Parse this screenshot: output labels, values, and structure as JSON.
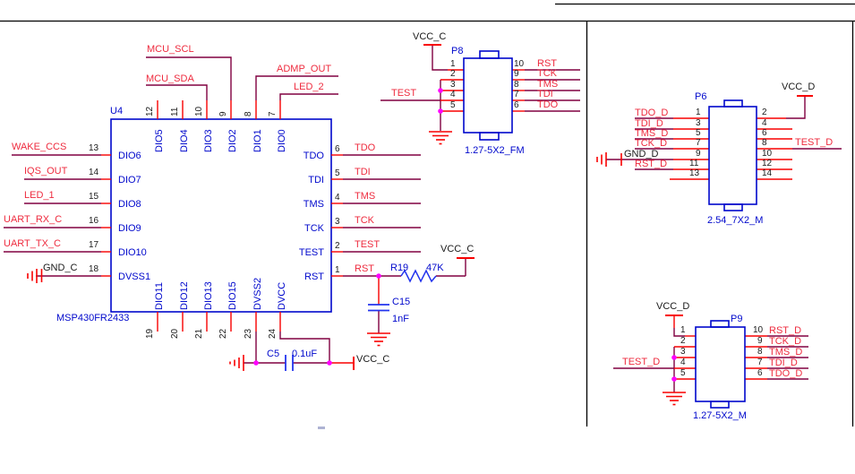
{
  "colors": {
    "wire": "#800040",
    "pin": "#f80000",
    "net_label": "#ee2b3e",
    "symbol_blue": "#0008cc",
    "graphic_blue": "#2233ee",
    "power_text": "#1a1a1a",
    "junction": "#ff00ff"
  },
  "mcu": {
    "ref": "U4",
    "part": "MSP430FR2433",
    "left_pins": [
      {
        "num": "13",
        "name": "DIO6",
        "net": "WAKE_CCS"
      },
      {
        "num": "14",
        "name": "DIO7",
        "net": "IQS_OUT"
      },
      {
        "num": "15",
        "name": "DIO8",
        "net": "LED_1"
      },
      {
        "num": "16",
        "name": "DIO9",
        "net": "UART_RX_C"
      },
      {
        "num": "17",
        "name": "DIO10",
        "net": "UART_TX_C"
      },
      {
        "num": "18",
        "name": "DVSS1",
        "net": "GND_C"
      }
    ],
    "right_pins": [
      {
        "num": "6",
        "name": "TDO",
        "net": "TDO"
      },
      {
        "num": "5",
        "name": "TDI",
        "net": "TDI"
      },
      {
        "num": "4",
        "name": "TMS",
        "net": "TMS"
      },
      {
        "num": "3",
        "name": "TCK",
        "net": "TCK"
      },
      {
        "num": "2",
        "name": "TEST",
        "net": "TEST"
      },
      {
        "num": "1",
        "name": "RST",
        "net": "RST"
      }
    ],
    "top_pins": [
      {
        "num": "12",
        "name": "DIO5",
        "net": ""
      },
      {
        "num": "11",
        "name": "DIO4",
        "net": ""
      },
      {
        "num": "10",
        "name": "DIO3",
        "net": "MCU_SDA"
      },
      {
        "num": "9",
        "name": "DIO2",
        "net": "MCU_SCL"
      },
      {
        "num": "8",
        "name": "DIO1",
        "net": "ADMP_OUT"
      },
      {
        "num": "7",
        "name": "DIO0",
        "net": "LED_2"
      }
    ],
    "bottom_pins": [
      {
        "num": "19",
        "name": "DIO11"
      },
      {
        "num": "20",
        "name": "DIO12"
      },
      {
        "num": "21",
        "name": "DIO13"
      },
      {
        "num": "22",
        "name": "DIO15"
      },
      {
        "num": "23",
        "name": "DVSS2"
      },
      {
        "num": "24",
        "name": "DVCC"
      }
    ]
  },
  "reset_circuit": {
    "resistor_ref": "R19",
    "resistor_value": "47K",
    "cap_ref": "C15",
    "cap_value": "1nF",
    "pullup_rail": "VCC_C"
  },
  "decoupling": {
    "cap_ref": "C5",
    "cap_value": "0.1uF",
    "rail": "VCC_C"
  },
  "p8": {
    "ref": "P8",
    "footprint": "1.27-5X2_FM",
    "rail": "VCC_C",
    "test_net": "TEST",
    "left_pins": [
      {
        "num": "1"
      },
      {
        "num": "2"
      },
      {
        "num": "3"
      },
      {
        "num": "4"
      },
      {
        "num": "5"
      }
    ],
    "right_pins": [
      {
        "num": "10",
        "net": "RST"
      },
      {
        "num": "9",
        "net": "TCK"
      },
      {
        "num": "8",
        "net": "TMS"
      },
      {
        "num": "7",
        "net": "TDI"
      },
      {
        "num": "6",
        "net": "TDO"
      }
    ]
  },
  "p6": {
    "ref": "P6",
    "footprint": "2.54_7X2_M",
    "rail": "VCC_D",
    "test_net": "TEST_D",
    "left_pins": [
      {
        "num": "1",
        "net": "TDO_D"
      },
      {
        "num": "3",
        "net": "TDI_D"
      },
      {
        "num": "5",
        "net": "TMS_D"
      },
      {
        "num": "7",
        "net": "TCK_D"
      },
      {
        "num": "9",
        "net": "GND_D"
      },
      {
        "num": "11",
        "net": "RST_D"
      },
      {
        "num": "13",
        "net": ""
      }
    ],
    "right_pins": [
      {
        "num": "2"
      },
      {
        "num": "4"
      },
      {
        "num": "6"
      },
      {
        "num": "8"
      },
      {
        "num": "10"
      },
      {
        "num": "12"
      },
      {
        "num": "14"
      }
    ]
  },
  "p9": {
    "ref": "P9",
    "footprint": "1.27-5X2_M",
    "rail": "VCC_D",
    "test_net": "TEST_D",
    "left_pins": [
      {
        "num": "1"
      },
      {
        "num": "2"
      },
      {
        "num": "3"
      },
      {
        "num": "4"
      },
      {
        "num": "5"
      }
    ],
    "right_pins": [
      {
        "num": "10",
        "net": "RST_D"
      },
      {
        "num": "9",
        "net": "TCK_D"
      },
      {
        "num": "8",
        "net": "TMS_D"
      },
      {
        "num": "7",
        "net": "TDI_D"
      },
      {
        "num": "6",
        "net": "TDO_D"
      }
    ]
  }
}
